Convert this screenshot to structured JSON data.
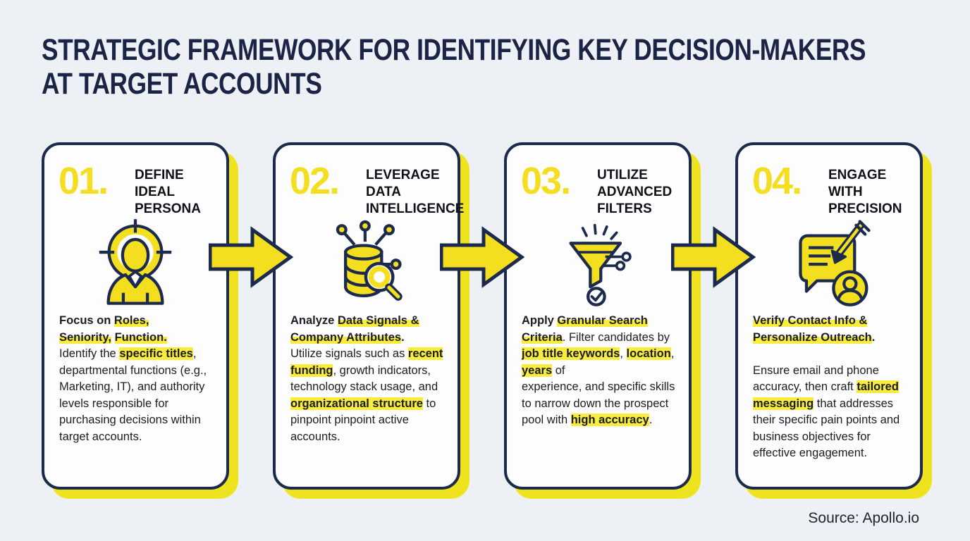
{
  "header": {
    "title_line1": "STRATEGIC FRAMEWORK FOR IDENTIFYING KEY DECISION-MAKERS",
    "title_line2": "AT TARGET ACCOUNTS"
  },
  "colors": {
    "background": "#EDF0F4",
    "card_background": "#FDFDFE",
    "navy": "#1C2B4D",
    "title_navy": "#1B2444",
    "accent_yellow": "#F3DF20",
    "highlight_yellow": "#F8EC3E",
    "shadow_yellow": "#EFE31F",
    "text_dark": "#1C1D22"
  },
  "cards": [
    {
      "number": "01.",
      "title": "DEFINE IDEAL PERSONA",
      "icon": "persona-target-icon",
      "body": [
        {
          "t": "Focus on ",
          "b": true
        },
        {
          "t": "Roles,",
          "b": true,
          "h": "half"
        },
        {
          "br": true
        },
        {
          "t": "Seniority,",
          "b": true,
          "h": "half"
        },
        {
          "t": " ",
          "b": true
        },
        {
          "t": "Function.",
          "b": true,
          "h": "half"
        },
        {
          "br": true
        },
        {
          "t": "Identify the "
        },
        {
          "t": "specific titles",
          "b": true,
          "h": "full"
        },
        {
          "t": ","
        },
        {
          "br": true
        },
        {
          "t": "departmental functions (e.g., Marketing, IT), and authority levels responsible for purchasing decisions within target accounts."
        }
      ]
    },
    {
      "number": "02.",
      "title": "LEVERAGE DATA INTELLIGENCE",
      "icon": "data-intelligence-icon",
      "body": [
        {
          "t": "Analyze ",
          "b": true
        },
        {
          "t": "Data Signals &",
          "b": true,
          "h": "half"
        },
        {
          "br": true
        },
        {
          "t": "Company Attributes",
          "b": true,
          "h": "half"
        },
        {
          "t": ".",
          "b": true
        },
        {
          "br": true
        },
        {
          "t": "Utilize signals such as "
        },
        {
          "t": "recent funding",
          "b": true,
          "h": "full"
        },
        {
          "t": ", growth indicators, technology stack usage, and "
        },
        {
          "t": "organizational structure",
          "b": true,
          "h": "full"
        },
        {
          "t": " to pinpoint pinpoint active accounts."
        }
      ]
    },
    {
      "number": "03.",
      "title": "UTILIZE ADVANCED FILTERS",
      "icon": "advanced-filter-icon",
      "body": [
        {
          "t": "Apply ",
          "b": true
        },
        {
          "t": "Granular Search",
          "b": true,
          "h": "half"
        },
        {
          "br": true
        },
        {
          "t": "Criteria",
          "b": true,
          "h": "half"
        },
        {
          "t": ". Filter candidates by "
        },
        {
          "t": "job title keywords",
          "b": true,
          "h": "full"
        },
        {
          "t": ", "
        },
        {
          "t": "location",
          "b": true,
          "h": "full"
        },
        {
          "t": ","
        },
        {
          "br": true
        },
        {
          "t": "years",
          "b": true,
          "h": "full"
        },
        {
          "t": " of"
        },
        {
          "br": true
        },
        {
          "t": "experience, and specific skills to narrow down the prospect pool with "
        },
        {
          "t": "high accuracy",
          "b": true,
          "h": "full"
        },
        {
          "t": "."
        }
      ]
    },
    {
      "number": "04.",
      "title": "ENGAGE WITH PRECISION",
      "icon": "engage-precision-icon",
      "body": [
        {
          "t": "Verify Contact Info &",
          "b": true,
          "h": "half"
        },
        {
          "br": true
        },
        {
          "t": "Personalize Outreach",
          "b": true,
          "h": "half"
        },
        {
          "t": ".",
          "b": true
        },
        {
          "br": true
        },
        {
          "br": true
        },
        {
          "t": "Ensure email and phone accuracy, then craft "
        },
        {
          "t": "tailored messaging",
          "b": true,
          "h": "full"
        },
        {
          "t": " that addresses their specific pain points and business objectives for effective engagement."
        }
      ]
    }
  ],
  "footer": {
    "source": "Source: Apollo.io"
  }
}
